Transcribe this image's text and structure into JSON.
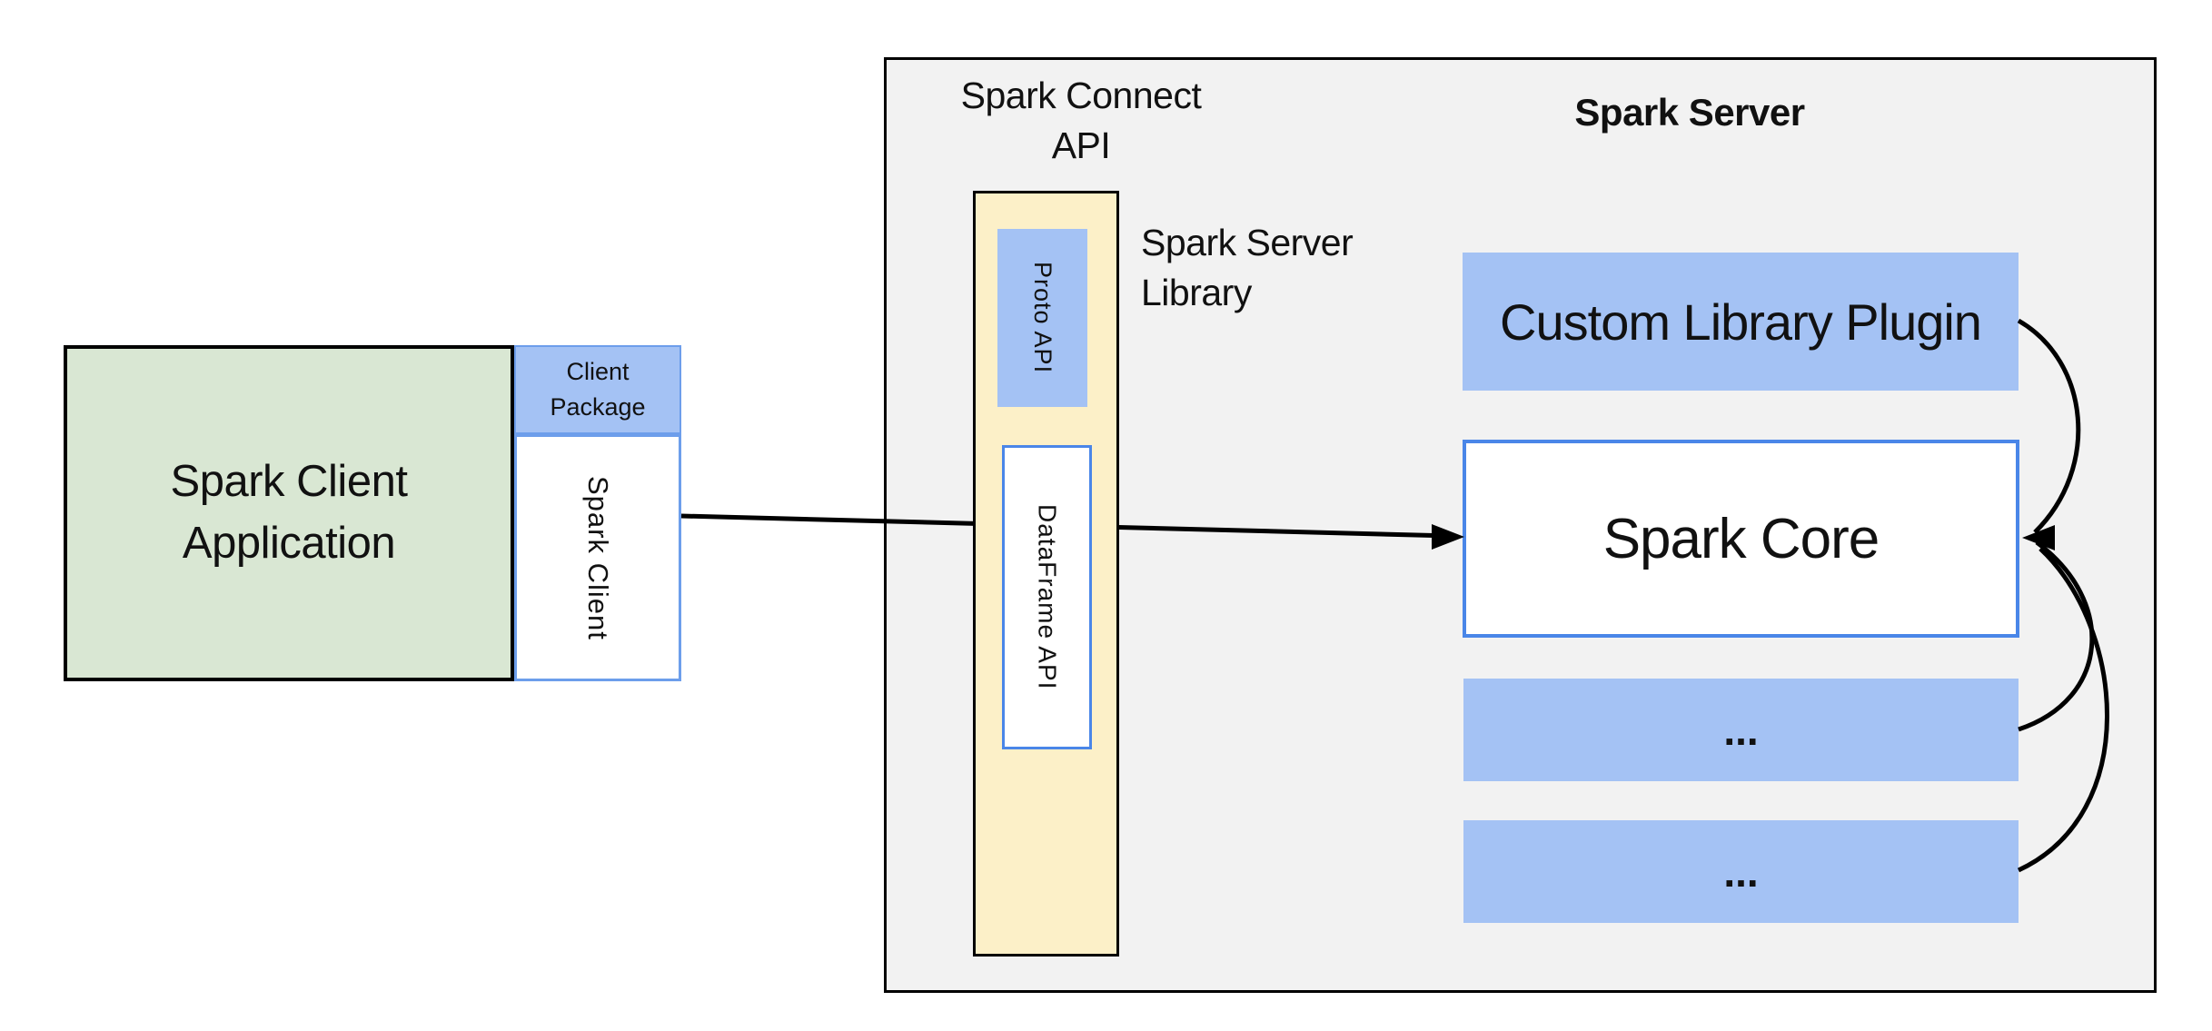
{
  "colors": {
    "canvas": "#ffffff",
    "container_fill": "#f2f2f2",
    "container_border": "#000000",
    "green_fill": "#d9e7d3",
    "blue_fill": "#a4c2f4",
    "blue_border_light": "#6d9eeb",
    "blue_border": "#4a86e8",
    "yellow_fill": "#fcf0c8",
    "arrow": "#000000",
    "text": "#111111"
  },
  "client": {
    "application": {
      "line1": "Spark Client",
      "line2": "Application"
    },
    "package": {
      "line1": "Client",
      "line2": "Package"
    },
    "spark_client": "Spark Client"
  },
  "connect": {
    "title": {
      "line1": "Spark Connect",
      "line2": "API"
    },
    "proto_api": "Proto API",
    "dataframe_api": "DataFrame API",
    "server_library": {
      "line1": "Spark Server",
      "line2": "Library"
    }
  },
  "server": {
    "title": "Spark Server",
    "plugin": "Custom Library Plugin",
    "core": "Spark Core",
    "more_top": "...",
    "more_bottom": "..."
  },
  "edges": [
    {
      "from": "spark-client",
      "to": "spark-core",
      "style": "straight-arrow"
    },
    {
      "from": "custom-library-plugin",
      "to": "spark-core",
      "style": "curved-arrow"
    },
    {
      "from": "more-plugins-top",
      "to": "spark-core",
      "style": "curved-arrow"
    },
    {
      "from": "more-plugins-bottom",
      "to": "spark-core",
      "style": "curved-arrow"
    }
  ]
}
